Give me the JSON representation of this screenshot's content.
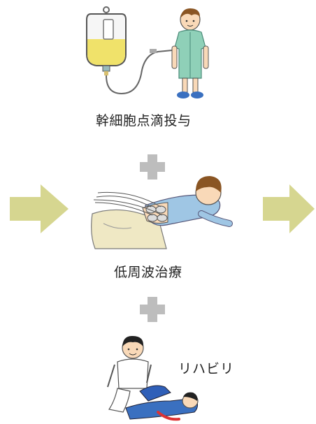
{
  "steps": [
    {
      "label": "幹細胞点滴投与",
      "icon": "iv-drip-patient-illustration"
    },
    {
      "label": "低周波治療",
      "icon": "low-frequency-therapy-illustration"
    },
    {
      "label": "リハビリ",
      "icon": "rehabilitation-illustration"
    }
  ],
  "connectors": [
    "plus-icon",
    "plus-icon"
  ],
  "arrows": [
    "right-arrow-icon",
    "right-arrow-icon"
  ],
  "colors": {
    "arrow": "#D6D690",
    "plus": "#BDBDBD",
    "gown": "#8FD0B8",
    "iv_fluid": "#F0E26A",
    "therapy_shirt": "#9FC6E4",
    "skin": "#F9D9B8",
    "hair": "#8A5523"
  }
}
